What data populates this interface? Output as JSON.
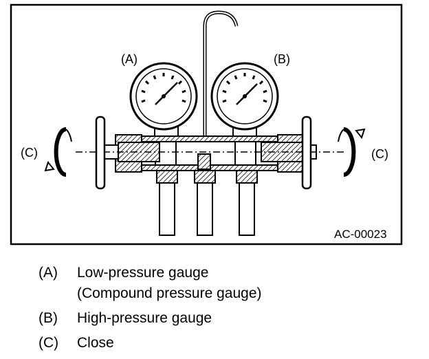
{
  "figure": {
    "label_a": "(A)",
    "label_b": "(B)",
    "label_c_left": "(C)",
    "label_c_right": "(C)",
    "code": "AC-00023"
  },
  "legend": {
    "items": [
      {
        "key": "(A)",
        "lines": [
          "Low-pressure gauge",
          "(Compound pressure gauge)"
        ]
      },
      {
        "key": "(B)",
        "lines": [
          "High-pressure gauge"
        ]
      },
      {
        "key": "(C)",
        "lines": [
          "Close"
        ]
      }
    ]
  }
}
